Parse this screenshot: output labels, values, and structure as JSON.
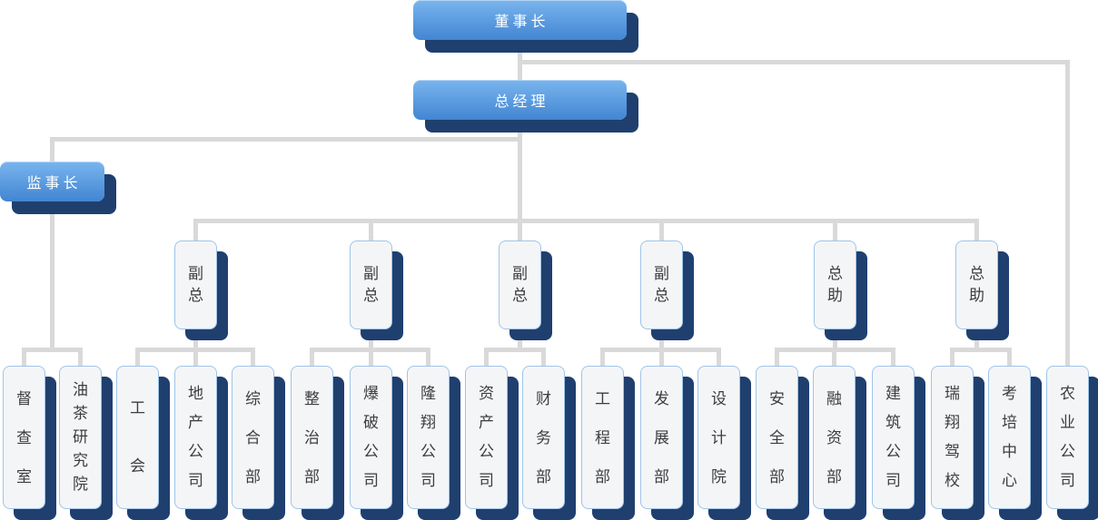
{
  "diagram": {
    "type": "org-chart",
    "background": "#ffffff",
    "colors": {
      "box_gradient_top": "#79b5ee",
      "box_gradient_bottom": "#4285d2",
      "box_shadow": "#1f3f6f",
      "white_box_bg": "#f4f5f7",
      "white_box_border": "#9dc5ea",
      "connector": "#d9d9d9",
      "text_light": "#ffffff",
      "text_dark": "#3d3d3d"
    },
    "nodes": [
      {
        "id": "chairman",
        "label": "董事长",
        "role": "executive",
        "parent": null
      },
      {
        "id": "general-manager",
        "label": "总经理",
        "role": "executive",
        "parent": "chairman"
      },
      {
        "id": "supervisor-chief",
        "label": "监事长",
        "role": "executive",
        "parent": "general-manager"
      },
      {
        "id": "vp1",
        "label": "副总",
        "role": "deputy",
        "parent": "general-manager"
      },
      {
        "id": "vp2",
        "label": "副总",
        "role": "deputy",
        "parent": "general-manager"
      },
      {
        "id": "vp3",
        "label": "副总",
        "role": "deputy",
        "parent": "general-manager"
      },
      {
        "id": "vp4",
        "label": "副总",
        "role": "deputy",
        "parent": "general-manager"
      },
      {
        "id": "assistant1",
        "label": "总助",
        "role": "deputy",
        "parent": "general-manager"
      },
      {
        "id": "assistant2",
        "label": "总助",
        "role": "deputy",
        "parent": "general-manager"
      },
      {
        "id": "dept-supervision-office",
        "label": "督查室",
        "role": "department",
        "parent": "supervisor-chief"
      },
      {
        "id": "dept-camellia-institute",
        "label": "油茶研究院",
        "role": "department",
        "parent": "supervisor-chief"
      },
      {
        "id": "dept-labor-union",
        "label": "工会",
        "role": "department",
        "parent": "vp1"
      },
      {
        "id": "dept-real-estate",
        "label": "地产公司",
        "role": "department",
        "parent": "vp1"
      },
      {
        "id": "dept-general-affairs",
        "label": "综合部",
        "role": "department",
        "parent": "vp1"
      },
      {
        "id": "dept-renovation",
        "label": "整治部",
        "role": "department",
        "parent": "vp2"
      },
      {
        "id": "dept-blasting",
        "label": "爆破公司",
        "role": "department",
        "parent": "vp2"
      },
      {
        "id": "dept-longxiang",
        "label": "隆翔公司",
        "role": "department",
        "parent": "vp2"
      },
      {
        "id": "dept-assets",
        "label": "资产公司",
        "role": "department",
        "parent": "vp3"
      },
      {
        "id": "dept-finance",
        "label": "财务部",
        "role": "department",
        "parent": "vp3"
      },
      {
        "id": "dept-engineering",
        "label": "工程部",
        "role": "department",
        "parent": "vp4"
      },
      {
        "id": "dept-development",
        "label": "发展部",
        "role": "department",
        "parent": "vp4"
      },
      {
        "id": "dept-design-institute",
        "label": "设计院",
        "role": "department",
        "parent": "vp4"
      },
      {
        "id": "dept-safety",
        "label": "安全部",
        "role": "department",
        "parent": "assistant1"
      },
      {
        "id": "dept-financing",
        "label": "融资部",
        "role": "department",
        "parent": "assistant1"
      },
      {
        "id": "dept-construction",
        "label": "建筑公司",
        "role": "department",
        "parent": "assistant1"
      },
      {
        "id": "dept-ruixiang-driving-school",
        "label": "瑞翔驾校",
        "role": "department",
        "parent": "assistant2"
      },
      {
        "id": "dept-exam-training-center",
        "label": "考培中心",
        "role": "department",
        "parent": "assistant2"
      },
      {
        "id": "dept-agriculture",
        "label": "农业公司",
        "role": "department",
        "parent": "chairman"
      }
    ]
  }
}
